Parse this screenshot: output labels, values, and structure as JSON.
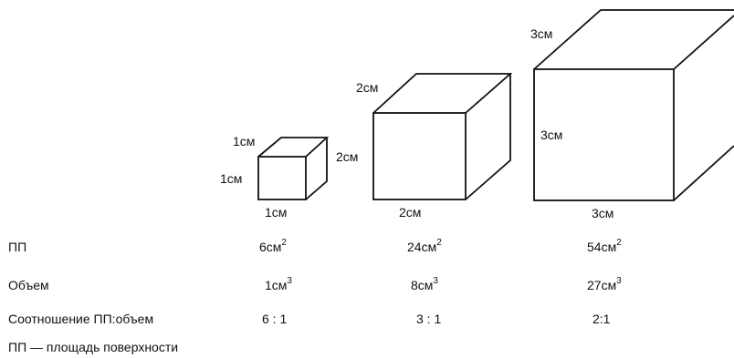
{
  "cubes": [
    {
      "id": "cube-1",
      "top_label": "1см",
      "side_label": "1см",
      "bottom_label": "1см",
      "surface_area": "6см",
      "surface_area_exp": "2",
      "volume": "1см",
      "volume_exp": "3",
      "ratio": "6 : 1"
    },
    {
      "id": "cube-2",
      "top_label": "2см",
      "side_label": "2см",
      "bottom_label": "2см",
      "surface_area": "24см",
      "surface_area_exp": "2",
      "volume": "8см",
      "volume_exp": "3",
      "ratio": "3 : 1"
    },
    {
      "id": "cube-3",
      "top_label": "3см",
      "side_label": "3см",
      "bottom_label": "3см",
      "surface_area": "54см",
      "surface_area_exp": "2",
      "volume": "27см",
      "volume_exp": "3",
      "ratio": "2:1"
    }
  ],
  "rows": {
    "surface_area_label": "ПП",
    "volume_label": "Объем",
    "ratio_label": "Соотношение ПП:объем"
  },
  "legend": "ПП — площадь поверхности"
}
